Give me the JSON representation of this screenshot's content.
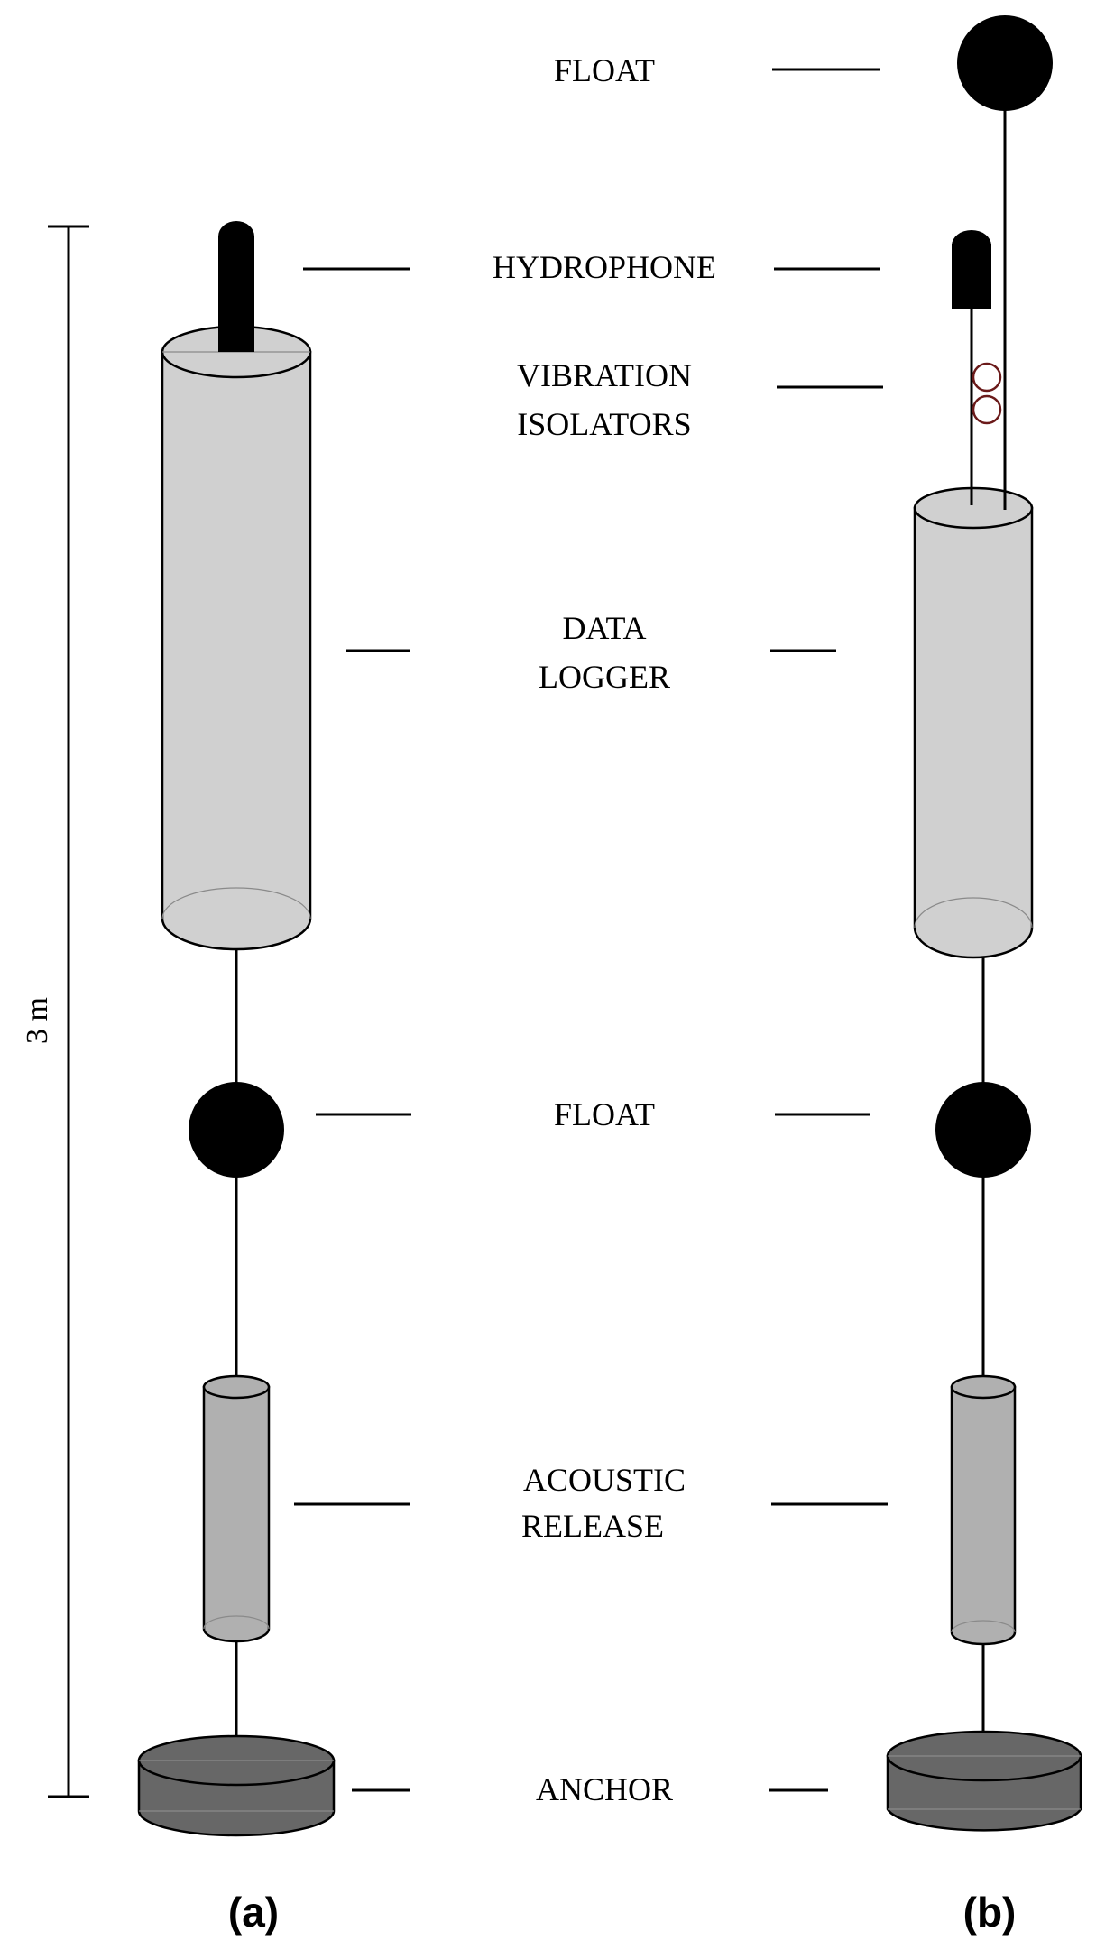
{
  "labels": {
    "float_top": "FLOAT",
    "hydrophone": "HYDROPHONE",
    "vibration_isolators_line1": "VIBRATION",
    "vibration_isolators_line2": "ISOLATORS",
    "data_logger_line1": "DATA",
    "data_logger_line2": "LOGGER",
    "float_mid": "FLOAT",
    "acoustic_release_line1": "ACOUSTIC",
    "acoustic_release_line2": "RELEASE",
    "anchor": "ANCHOR"
  },
  "panels": {
    "a": "(a)",
    "b": "(b)"
  },
  "scale": {
    "label": "3 m"
  },
  "colors": {
    "data_logger": "#d0d0d0",
    "acoustic_release": "#b0b0b0",
    "anchor": "#676767",
    "float": "#000000",
    "hydrophone": "#000000",
    "isolator_outline": "#6b1a1a"
  }
}
